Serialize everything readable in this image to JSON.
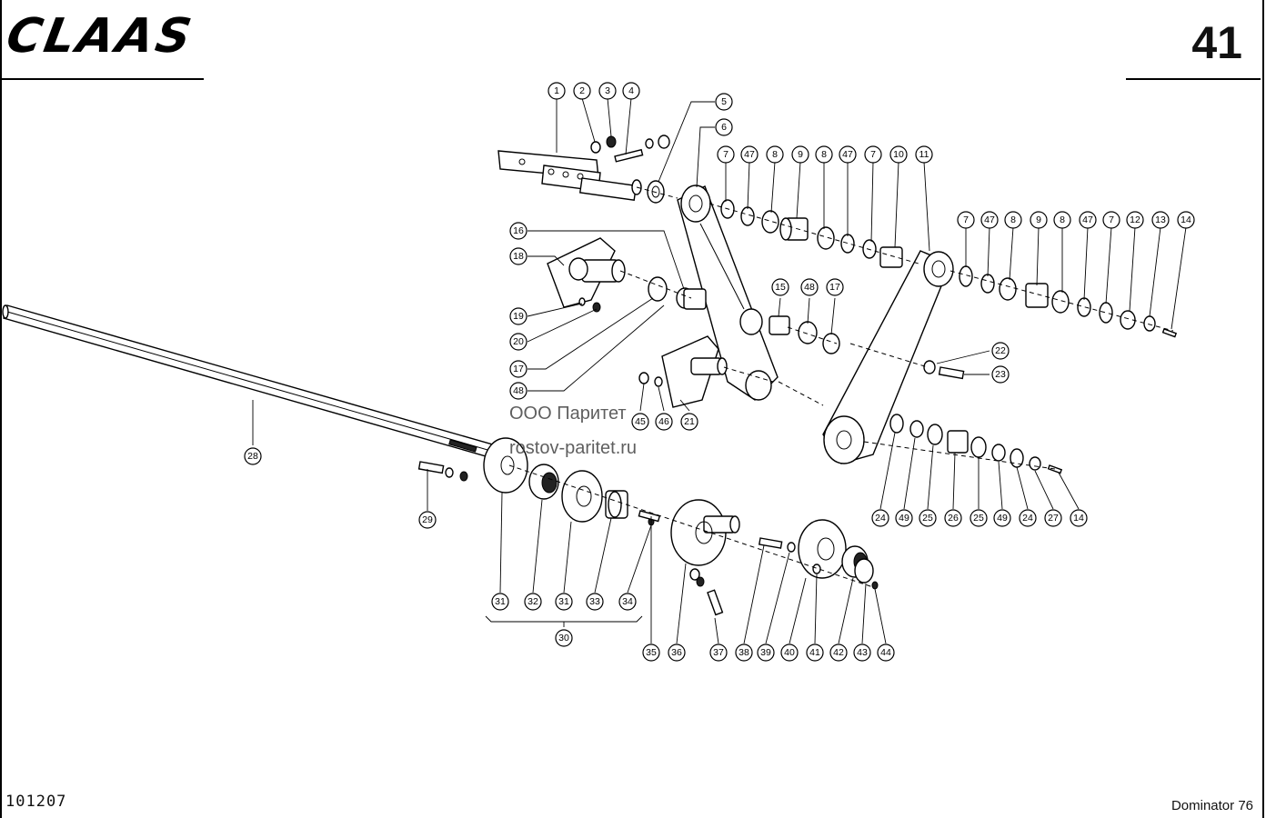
{
  "header": {
    "brand_logo": "CLAAS",
    "page_number": "41"
  },
  "footer": {
    "doc_code": "101207",
    "model": "Dominator 76"
  },
  "watermark": {
    "line1": "ООО Паритет",
    "line2": "rostov-paritet.ru"
  },
  "callouts": {
    "n1": "1",
    "n2": "2",
    "n3": "3",
    "n4": "4",
    "n5": "5",
    "n6": "6",
    "n7": "7",
    "n8": "8",
    "n9": "9",
    "n10": "10",
    "n11": "11",
    "n12": "12",
    "n13": "13",
    "n14": "14",
    "n15": "15",
    "n16": "16",
    "n17": "17",
    "n18": "18",
    "n19": "19",
    "n20": "20",
    "n21": "21",
    "n22": "22",
    "n23": "23",
    "n24": "24",
    "n25": "25",
    "n26": "26",
    "n27": "27",
    "n28": "28",
    "n29": "29",
    "n30": "30",
    "n31": "31",
    "n32": "32",
    "n33": "33",
    "n34": "34",
    "n35": "35",
    "n36": "36",
    "n37": "37",
    "n38": "38",
    "n39": "39",
    "n40": "40",
    "n41": "41",
    "n42": "42",
    "n43": "43",
    "n44": "44",
    "n45": "45",
    "n46": "46",
    "n47": "47",
    "n48": "48",
    "n49": "49"
  }
}
